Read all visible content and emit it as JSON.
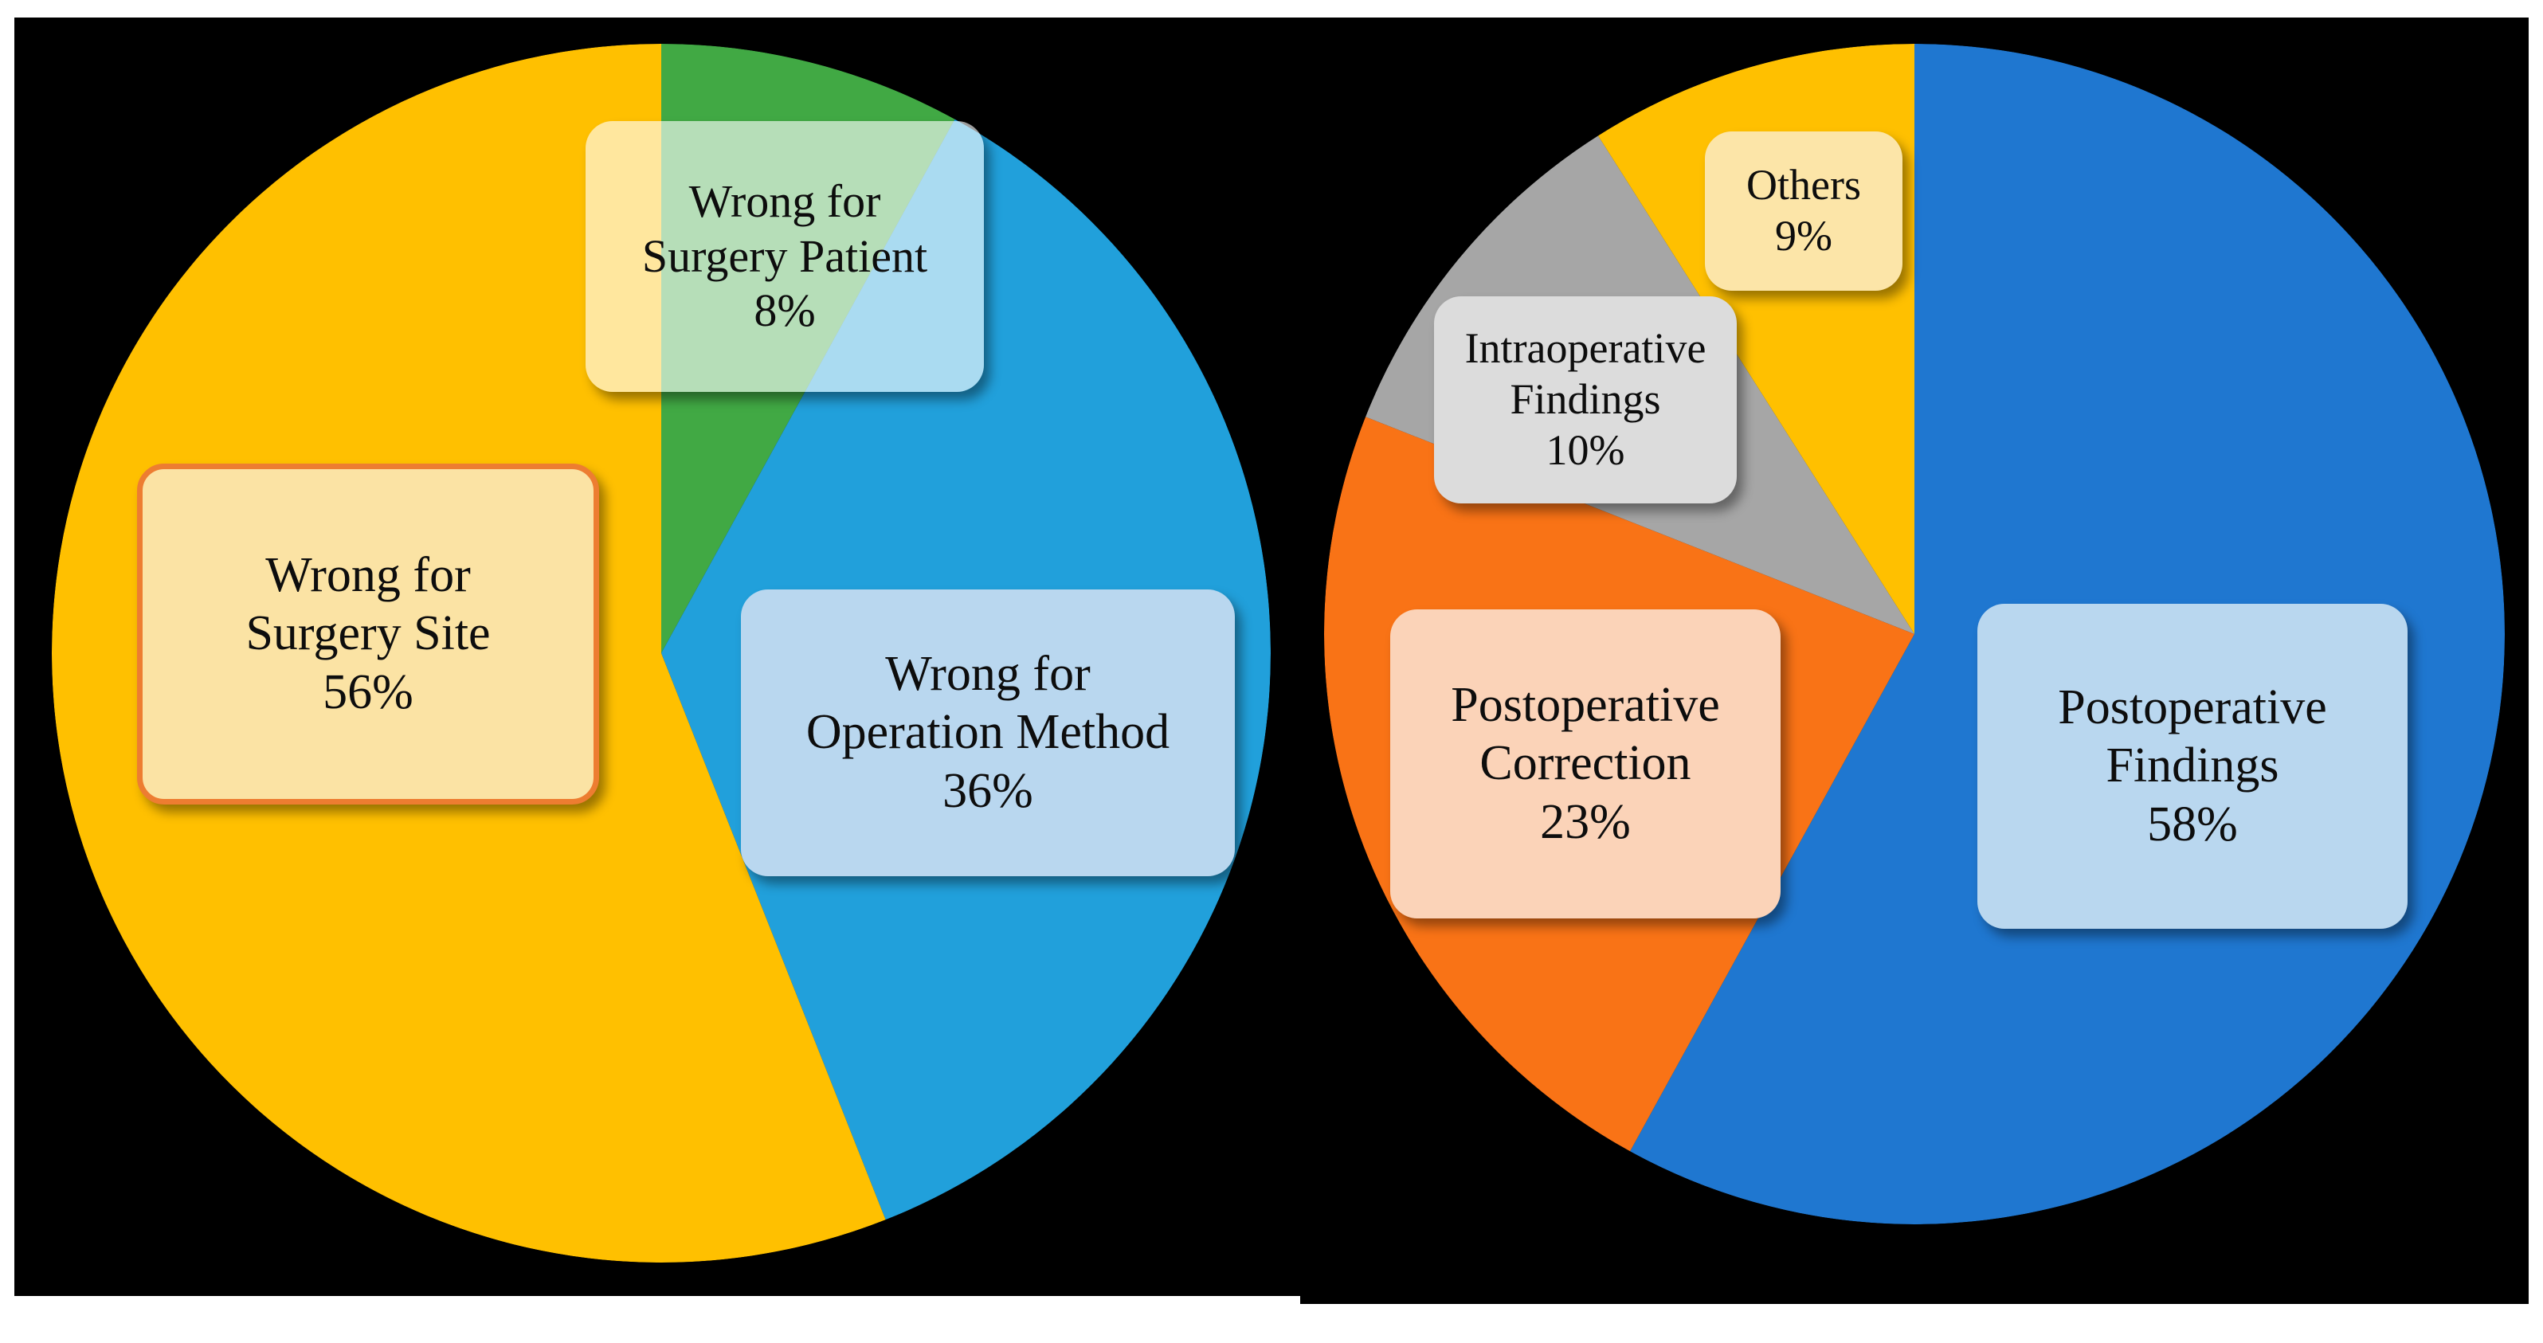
{
  "figure": {
    "background_color": "#000000",
    "page_color": "#ffffff",
    "text_color": "#0d0d0d"
  },
  "chart_data": [
    {
      "type": "pie",
      "id": "left-pie",
      "title": "",
      "labels": [
        "Wrong for Surgery Site",
        "Wrong for Operation Method",
        "Wrong for Surgery Patient"
      ],
      "values": [
        56,
        36,
        8
      ],
      "value_suffix": "%",
      "colors": [
        "#FFC000",
        "#21A0DB",
        "#41A944"
      ],
      "start_angle_deg": 0,
      "direction": "clockwise",
      "legend": "none",
      "slices": [
        {
          "name": "Wrong for Surgery Patient",
          "percent": 8,
          "percent_label": "8%",
          "color": "#41A944",
          "label_lines": [
            "Wrong for",
            "Surgery Patient",
            "8%"
          ]
        },
        {
          "name": "Wrong for Operation Method",
          "percent": 36,
          "percent_label": "36%",
          "color": "#21A0DB",
          "label_lines": [
            "Wrong for",
            "Operation Method",
            "36%"
          ]
        },
        {
          "name": "Wrong for Surgery Site",
          "percent": 56,
          "percent_label": "56%",
          "color": "#FFC000",
          "label_lines": [
            "Wrong for",
            "Surgery Site",
            "56%"
          ]
        }
      ]
    },
    {
      "type": "pie",
      "id": "right-pie",
      "title": "",
      "labels": [
        "Postoperative Findings",
        "Postoperative Correction",
        "Intraoperative Findings",
        "Others"
      ],
      "values": [
        58,
        23,
        10,
        9
      ],
      "value_suffix": "%",
      "colors": [
        "#1F77D0",
        "#F97316",
        "#A6A6A6",
        "#FFC000"
      ],
      "start_angle_deg": 0,
      "direction": "clockwise",
      "legend": "none",
      "slices": [
        {
          "name": "Postoperative Findings",
          "percent": 58,
          "percent_label": "58%",
          "color": "#1F77D0",
          "label_lines": [
            "Postoperative",
            "Findings",
            "58%"
          ]
        },
        {
          "name": "Postoperative Correction",
          "percent": 23,
          "percent_label": "23%",
          "color": "#F97316",
          "label_lines": [
            "Postoperative",
            "Correction",
            "23%"
          ]
        },
        {
          "name": "Intraoperative Findings",
          "percent": 10,
          "percent_label": "10%",
          "color": "#A6A6A6",
          "label_lines": [
            "Intraoperative",
            "Findings",
            "10%"
          ]
        },
        {
          "name": "Others",
          "percent": 9,
          "percent_label": "9%",
          "color": "#FFC000",
          "label_lines": [
            "Others",
            "9%"
          ]
        }
      ]
    }
  ],
  "callouts": {
    "left": {
      "surgery_patient": {
        "line1": "Wrong for",
        "line2": "Surgery Patient",
        "line3": "8%"
      },
      "surgery_site": {
        "line1": "Wrong for",
        "line2": "Surgery Site",
        "line3": "56%"
      },
      "operation_method": {
        "line1": "Wrong for",
        "line2": "Operation Method",
        "line3": "36%"
      }
    },
    "right": {
      "others": {
        "line1": "Others",
        "line2": "9%"
      },
      "intraoperative": {
        "line1": "Intraoperative",
        "line2": "Findings",
        "line3": "10%"
      },
      "postop_correction": {
        "line1": "Postoperative",
        "line2": "Correction",
        "line3": "23%"
      },
      "postop_findings": {
        "line1": "Postoperative",
        "line2": "Findings",
        "line3": "58%"
      }
    }
  }
}
